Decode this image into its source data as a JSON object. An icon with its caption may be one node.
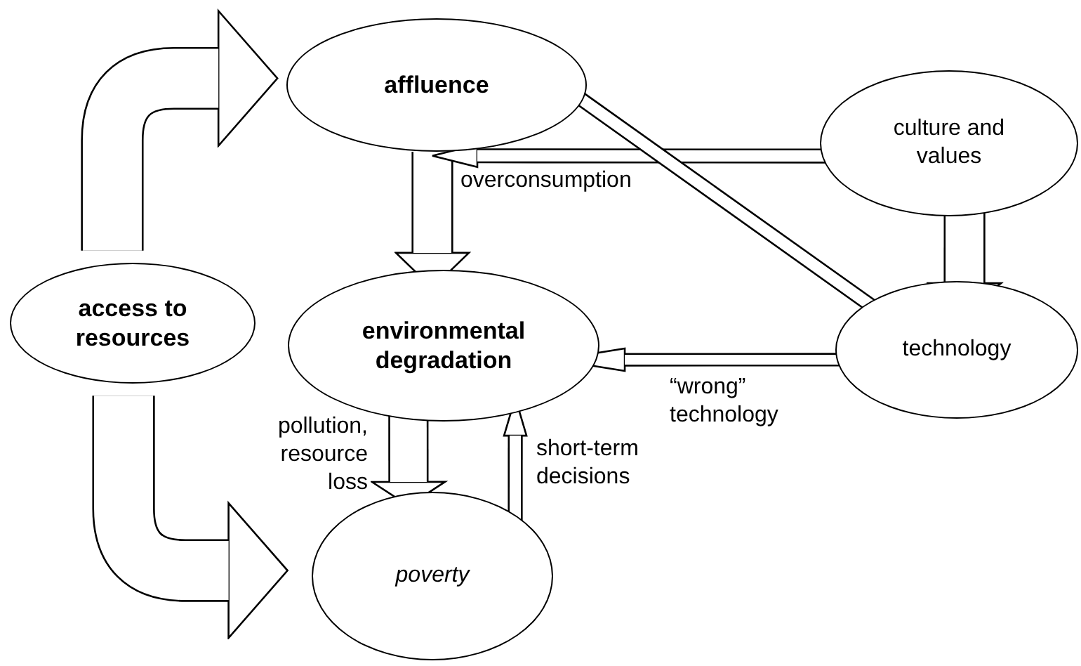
{
  "diagram": {
    "nodes": [
      {
        "text": [
          "affluence"
        ]
      },
      {
        "text": [
          "culture and values"
        ]
      },
      {
        "text": [
          "access to resources"
        ]
      },
      {
        "text": [
          "environmental degradation"
        ]
      },
      {
        "text": [
          "technology"
        ]
      },
      {
        "text": [
          "poverty"
        ]
      }
    ],
    "edges": [
      {
        "from": 2,
        "to": 0,
        "arrow": "to"
      },
      {
        "from": 2,
        "to": 5,
        "arrow": "to"
      },
      {
        "from": 0,
        "to": 3,
        "arrow": "to",
        "label": "overconsumption"
      },
      {
        "from": 1,
        "to": 0,
        "arrow": "to"
      },
      {
        "from": 4,
        "to": 0,
        "arrow": "to"
      },
      {
        "from": 1,
        "to": 4,
        "arrow": "both"
      },
      {
        "from": 4,
        "to": 3,
        "arrow": "to",
        "label": "“wrong” technology"
      },
      {
        "from": 3,
        "to": 5,
        "arrow": "to",
        "label": "pollution, resource loss"
      },
      {
        "from": 5,
        "to": 3,
        "arrow": "to",
        "label": "short-term decisions"
      }
    ]
  }
}
